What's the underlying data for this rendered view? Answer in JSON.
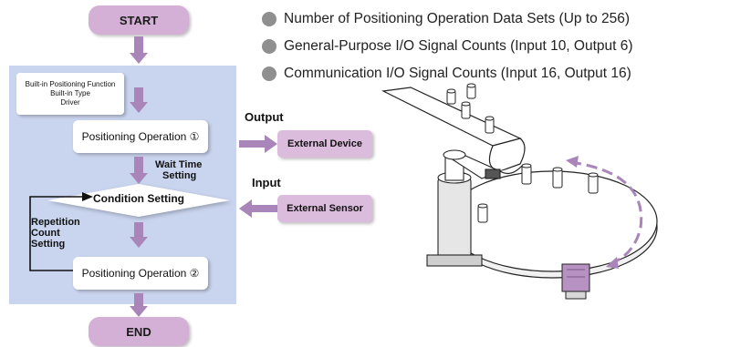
{
  "flow": {
    "start": "START",
    "end": "END",
    "driver_box": [
      "Built-in Positioning Function",
      "Built-in Type",
      "Driver"
    ],
    "op1": "Positioning Operation ①",
    "wait_time": [
      "Wait Time",
      "Setting"
    ],
    "condition": "Condition Setting",
    "repetition": [
      "Repetition",
      "Count",
      "Setting"
    ],
    "op2": "Positioning Operation ②"
  },
  "io": {
    "output_label": "Output",
    "output_target": "External Device",
    "input_label": "Input",
    "input_source": "External Sensor"
  },
  "specs": [
    "Number of Positioning Operation Data Sets (Up to 256)",
    "General-Purpose I/O Signal Counts (Input 10, Output 6)",
    "Communication I/O Signal Counts (Input 16, Output 16)"
  ],
  "colors": {
    "panel": "#c9d4ee",
    "arrow": "#a985b9",
    "pill": "#d4b0d6",
    "spec_dot": "#8f8f8f"
  }
}
